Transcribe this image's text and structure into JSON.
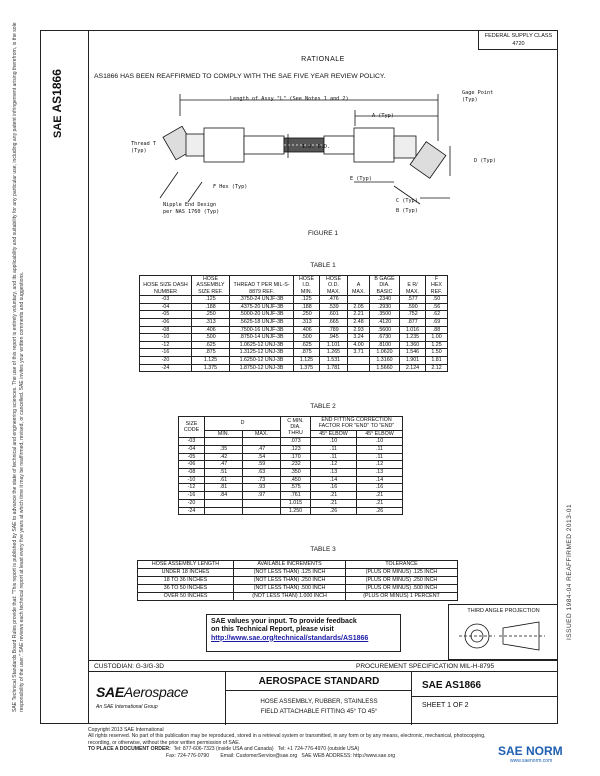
{
  "header_box": {
    "line1": "FEDERAL SUPPLY CLASS",
    "line2": "4720"
  },
  "side": {
    "doc_id_prefix": "SAE",
    "doc_id": "AS1866",
    "notice": "SAE Technical Standards Board Rules provide that: \"This report is published by SAE to advance the state of technical and engineering sciences. The use of this report is entirely voluntary, and its applicability and suitability for any particular use, including any patent infringement arising therefrom, is the sole responsibility of the user.\" SAE reviews each technical report at least every five years at which time it may be reaffirmed, revised, or cancelled. SAE invites your written comments and suggestions.",
    "stamp": "ISSUED 1984-04     REAFFIRMED 2013-01"
  },
  "rationale": {
    "title": "RATIONALE",
    "text": "AS1866 HAS BEEN REAFFIRMED TO COMPLY WITH THE SAE FIVE YEAR REVIEW POLICY."
  },
  "figure": {
    "caption": "FIGURE 1",
    "labels": {
      "length": "Length of Assy \"L\" (See Notes 1 and 2)",
      "gage_point": "Gage Point",
      "gage_typ": "(Typ)",
      "a_typ": "A (Typ)",
      "thread_t": "Thread T",
      "thread_typ": "(Typ)",
      "id_od": "I.D. O.D.",
      "d_typ": "D (Typ)",
      "f_hex": "F Hex (Typ)",
      "e_typ": "E (Typ)",
      "c_typ": "C (Typ)",
      "b_typ": "B (Typ)",
      "nipple": "Nipple End Design",
      "nipple2": "per NAS 1760 (Typ)"
    }
  },
  "table1": {
    "caption": "TABLE 1",
    "headers": [
      "HOSE SIZE DASH NUMBER",
      "HOSE ASSEMBLY SIZE REF.",
      "THREAD T PER MIL-S-8879 REF.",
      "HOSE I.D. MIN.",
      "HOSE O.D. MAX.",
      "A MAX.",
      "B GAGE DIA. BASIC",
      "E R/ MAX.",
      "F HEX REF."
    ],
    "rows": [
      [
        "-03",
        ".125",
        ".3750-24 UNJF-3B",
        ".125",
        ".476",
        "",
        ".2340",
        ".577",
        ".50"
      ],
      [
        "-04",
        ".188",
        ".4375-20 UNJF-3B",
        ".188",
        ".539",
        "2.05",
        ".2930",
        ".590",
        ".56"
      ],
      [
        "-05",
        ".250",
        ".5000-20 UNJF-3B",
        ".250",
        ".601",
        "2.21",
        ".3500",
        ".752",
        ".62"
      ],
      [
        "-06",
        ".313",
        ".5625-18 UNJF-3B",
        ".313",
        ".665",
        "2.48",
        ".4120",
        ".877",
        ".69"
      ],
      [
        "-08",
        ".406",
        ".7500-16 UNJF-3B",
        ".406",
        ".789",
        "2.93",
        ".5600",
        "1.016",
        ".88"
      ],
      [
        "-10",
        ".500",
        ".8750-14 UNJF-3B",
        ".500",
        ".945",
        "3.24",
        ".6730",
        "1.235",
        "1.00"
      ],
      [
        "-12",
        ".625",
        "1.0625-12 UNJ-3B",
        ".625",
        "1.101",
        "4.00",
        ".8100",
        "1.360",
        "1.25"
      ],
      [
        "-16",
        ".875",
        "1.3125-12 UNJ-3B",
        ".875",
        "1.265",
        "3.71",
        "1.0620",
        "1.546",
        "1.50"
      ],
      [
        "-20",
        "1.125",
        "1.6250-12 UNJ-3B",
        "1.125",
        "1.531",
        "",
        "1.3160",
        "1.901",
        "1.81"
      ],
      [
        "-24",
        "1.375",
        "1.8750-12 UNJ-3B",
        "1.375",
        "1.781",
        "",
        "1.5660",
        "2.124",
        "2.12"
      ]
    ]
  },
  "table2": {
    "caption": "TABLE 2",
    "h_size": "SIZE CODE",
    "h_d": "D",
    "h_min": "MIN.",
    "h_max": "MAX.",
    "h_c": "C MIN. DIA. THRU",
    "h_end": "END FITTING CORRECTION FACTOR FOR \"END\" TO \"END\"",
    "h_45": "45° ELBOW",
    "h_45b": "45° ELBOW",
    "rows": [
      [
        "-03",
        "",
        "",
        ".073",
        ".10",
        ".10"
      ],
      [
        "-04",
        ".35",
        ".47",
        ".123",
        ".11",
        ".11"
      ],
      [
        "-05",
        ".42",
        ".54",
        ".170",
        ".11",
        ".11"
      ],
      [
        "-06",
        ".47",
        ".59",
        ".232",
        ".12",
        ".12"
      ],
      [
        "-08",
        ".51",
        ".63",
        ".350",
        ".13",
        ".13"
      ],
      [
        "-10",
        ".61",
        ".73",
        ".450",
        ".14",
        ".14"
      ],
      [
        "-12",
        ".81",
        ".93",
        ".575",
        ".16",
        ".16"
      ],
      [
        "-16",
        ".84",
        ".97",
        ".761",
        ".21",
        ".21"
      ],
      [
        "-20",
        "",
        "",
        "1.015",
        ".21",
        ".21"
      ],
      [
        "-24",
        "",
        "",
        "1.250",
        ".26",
        ".26"
      ]
    ]
  },
  "table3": {
    "caption": "TABLE 3",
    "headers": [
      "HOSE ASSEMBLY LENGTH",
      "AVAILABLE INCREMENTS",
      "TOLERANCE"
    ],
    "rows": [
      [
        "UNDER 18 INCHES",
        "(NOT LESS THAN) .125 INCH",
        "(PLUS OR MINUS) .125 INCH"
      ],
      [
        "18 TO 36 INCHES",
        "(NOT LESS THAN) .250 INCH",
        "(PLUS OR MINUS) .250 INCH"
      ],
      [
        "36 TO 50 INCHES",
        "(NOT LESS THAN) .500 INCH",
        "(PLUS OR MINUS) .500 INCH"
      ],
      [
        "OVER 50 INCHES",
        "(NOT LESS THAN) 1.000 INCH",
        "(PLUS OR MINUS) 1 PERCENT"
      ]
    ]
  },
  "feedback": {
    "line1": "SAE values your input. To provide feedback",
    "line2": "on this Technical Report, please visit",
    "url": "http://www.sae.org/technical/standards/AS1866"
  },
  "third_angle": "THIRD ANGLE PROJECTION",
  "custodian": "CUSTODIAN: G-3/G-3D",
  "procurement": "PROCUREMENT SPECIFICATION MIL-H-8795",
  "title_block": {
    "brand_bold": "SAE",
    "brand_rest": "Aerospace",
    "tagline": "An SAE International Group",
    "standard": "AEROSPACE STANDARD",
    "title1": "HOSE ASSEMBLY, RUBBER, STAINLESS",
    "title2": "FIELD ATTACHABLE FITTING 45° TO 45°",
    "sae_prefix": "SAE",
    "doc_num": "AS1866",
    "sheet": "SHEET 1 OF 2"
  },
  "footer": {
    "copyright": "Copyright 2013 SAE International",
    "rights": "All rights reserved. No part of this publication may be reproduced, stored in a retrieval system or transmitted, in any form or by any means, electronic, mechanical, photocopying,",
    "rights2": "recording, or otherwise, without the prior written permission of SAE.",
    "order_label": "TO PLACE A DOCUMENT ORDER:",
    "tel": "Tel: 877-606-7323 (inside USA and Canada)",
    "tel2": "Tel: +1 724-776-4970 (outside USA)",
    "fax": "Fax: 724-776-0790",
    "email": "Email: CustomerService@sae.org",
    "web": "SAE WEB ADDRESS: http://www.sae.org"
  },
  "watermark": {
    "main": "SAE NORM",
    "sub": "www.saenorm.com"
  }
}
